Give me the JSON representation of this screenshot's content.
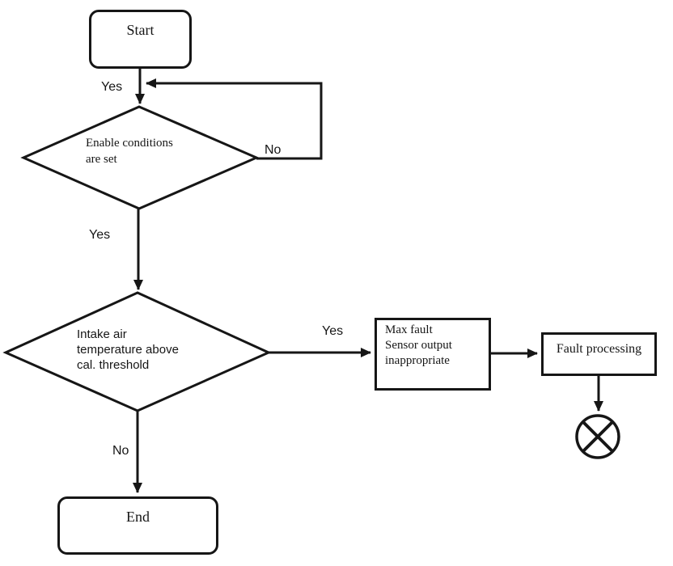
{
  "diagram": {
    "type": "flowchart",
    "background": "#ffffff",
    "line_color": "#161616"
  },
  "nodes": {
    "start": {
      "label": "Start",
      "shape": "rounded-rectangle"
    },
    "decision_enable": {
      "shape": "diamond",
      "lines": [
        "Enable conditions",
        "are set"
      ]
    },
    "decision_intake": {
      "shape": "diamond",
      "lines": [
        "Intake air",
        "temperature above",
        "cal. threshold"
      ]
    },
    "process_max_fault": {
      "shape": "rectangle",
      "lines": [
        "Max fault",
        "Sensor output",
        "inappropriate"
      ]
    },
    "process_fault": {
      "shape": "rectangle",
      "label": "Fault processing"
    },
    "end": {
      "label": "End",
      "shape": "rounded-rectangle"
    },
    "terminator": {
      "icon": "crossed-circle-icon"
    }
  },
  "edge_labels": {
    "yes_top": "Yes",
    "no_loop": "No",
    "yes_middle": "Yes",
    "yes_right": "Yes",
    "no_bottom": "No"
  }
}
